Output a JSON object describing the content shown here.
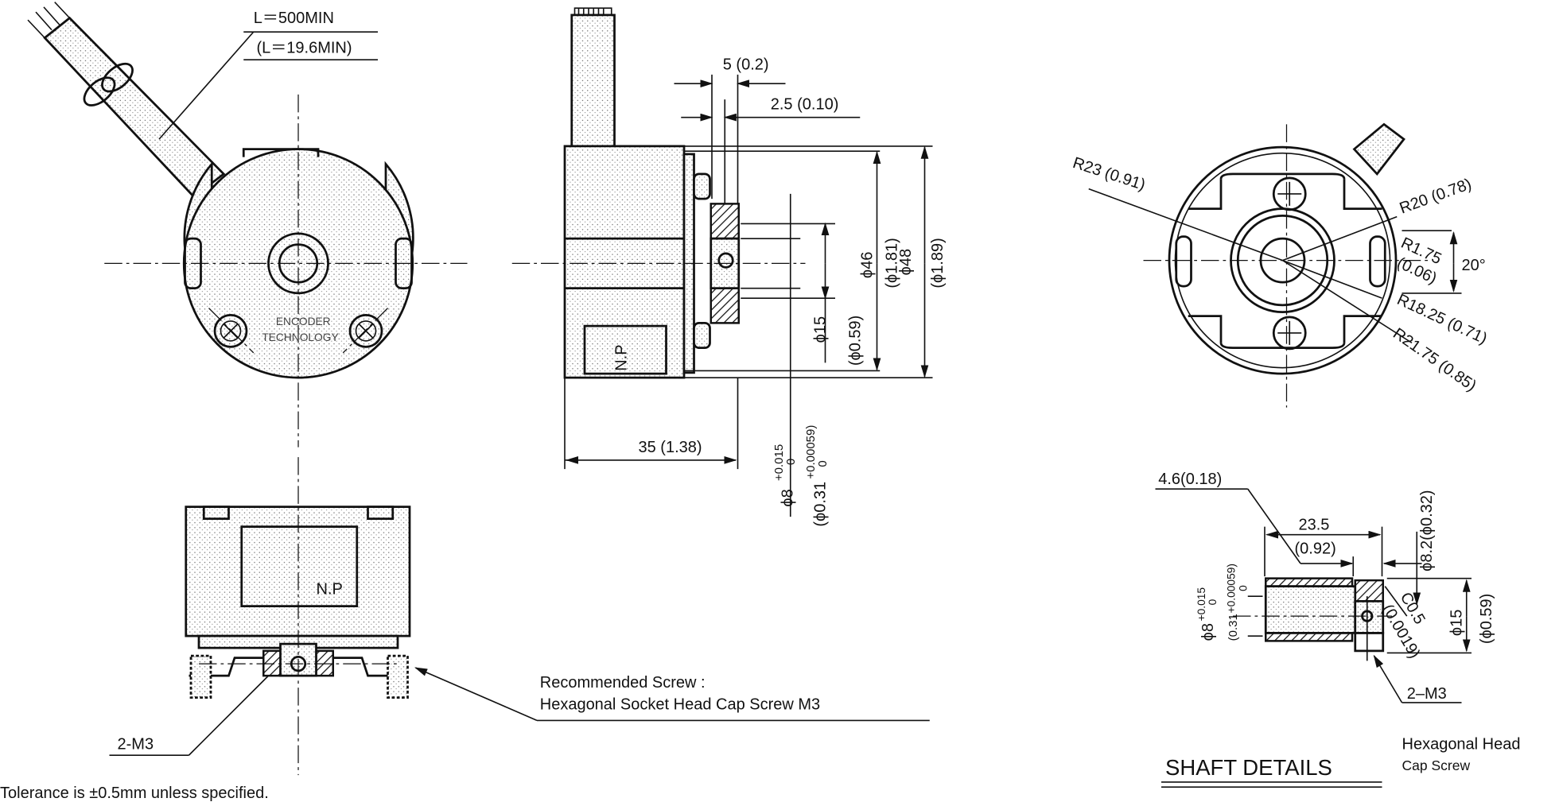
{
  "front_view": {
    "cable_length": "L＝500MIN",
    "cable_length_inch": "(L＝19.6MIN)",
    "logo_line1": "ENCODER",
    "logo_line2": "TECHNOLOGY"
  },
  "side_view": {
    "dim_5": "5 (0.2)",
    "dim_2_5": "2.5 (0.10)",
    "dim_35": "35 (1.38)",
    "shaft_dia": "ϕ8",
    "shaft_tol_upper": "+0.015",
    "shaft_tol_lower": "0",
    "shaft_dia_inch": "(ϕ0.31",
    "shaft_tol_inch_upper": "+0.00059)",
    "shaft_tol_inch_lower": "0",
    "dia_46": "ϕ46",
    "dia_46_inch": "(ϕ1.81)",
    "dia_48": "ϕ48",
    "dia_48_inch": "(ϕ1.89)",
    "dia_15": "ϕ15",
    "dia_15_inch": "(ϕ0.59)",
    "nameplate": "N.P"
  },
  "bottom_view": {
    "nameplate": "N.P",
    "screw_label": "2-M3",
    "recommended_screw_line1": "Recommended Screw :",
    "recommended_screw_line2": "Hexagonal Socket Head Cap Screw M3"
  },
  "rear_view": {
    "r23": "R23 (0.91)",
    "r20": "R20 (0.78)",
    "r1_75": "R1.75",
    "r1_75_inch": "(0.06)",
    "angle": "20°",
    "r18_25": "R18.25 (0.71)",
    "r21_75": "R21.75 (0.85)"
  },
  "shaft_details": {
    "title": "SHAFT DETAILS",
    "dim_4_6": "4.6(0.18)",
    "dim_23_5": "23.5",
    "dim_23_5_inch": "(0.92)",
    "dia_8_2": "ϕ8.2(ϕ0.32)",
    "bore": "ϕ8",
    "bore_tol_upper": "+0.015",
    "bore_tol_lower": "0",
    "bore_inch": "(0.31",
    "bore_inch_tol_upper": "+0.00059)",
    "bore_inch_tol_lower": "0",
    "chamfer": "C0.5",
    "chamfer_inch": "(0.0019)",
    "dia_15": "ϕ15",
    "dia_15_inch": "(ϕ0.59)",
    "screw_label": "2–M3",
    "screw_note_line1": "Hexagonal Head",
    "screw_note_line2": "Cap Screw"
  },
  "tolerance_note": "Tolerance is ±0.5mm unless specified."
}
